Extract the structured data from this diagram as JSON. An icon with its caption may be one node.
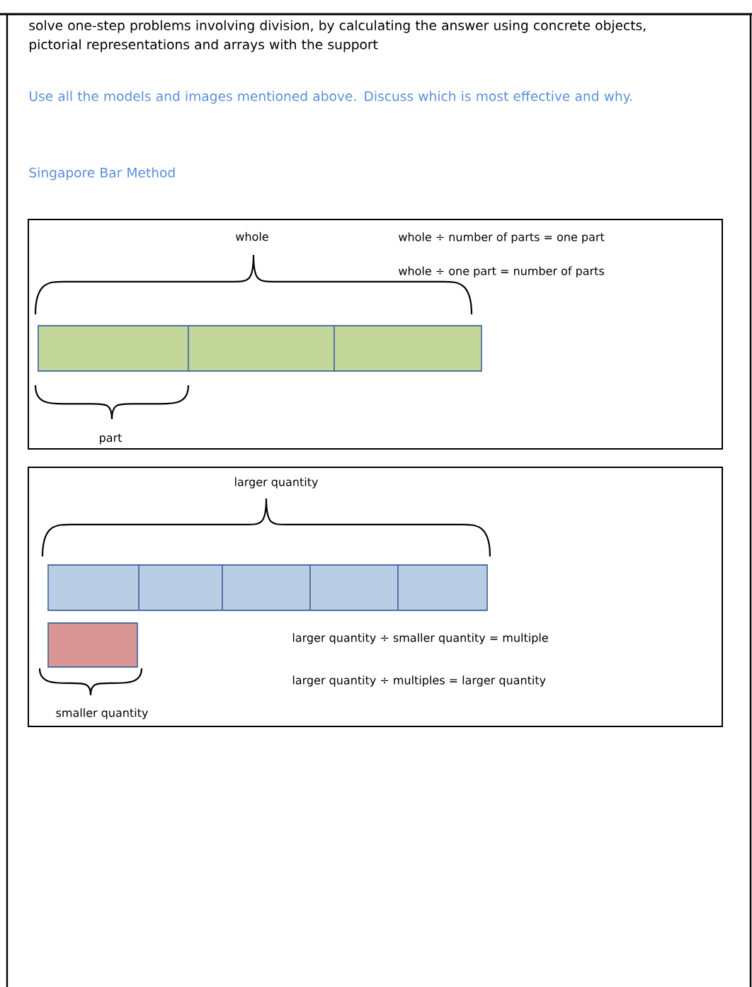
{
  "diagram": {
    "nodes": [
      {
        "text": [
          "whole",
          "whole ÷ number of parts = one part",
          "whole ÷ one part = number of parts",
          "part"
        ]
      },
      {
        "text": [],
        "shape": "box",
        "in": 0
      },
      {
        "text": [],
        "shape": "box",
        "in": 0
      },
      {
        "text": [],
        "shape": "box",
        "in": 0
      },
      {
        "text": [
          "larger quantity",
          "larger quantity ÷ smaller quantity = multiple",
          "larger quantity ÷ multiples = larger quantity",
          "smaller quantity"
        ]
      },
      {
        "text": [],
        "shape": "box",
        "in": 4
      },
      {
        "text": [],
        "shape": "box",
        "in": 4
      },
      {
        "text": [],
        "shape": "box",
        "in": 4
      },
      {
        "text": [],
        "shape": "box",
        "in": 4
      },
      {
        "text": [],
        "shape": "box",
        "in": 4
      },
      {
        "text": [],
        "shape": "box",
        "in": 4
      }
    ],
    "labels": [
      "solve one-step problems involving division, by calculating the answer using concrete objects, pictorial representations and arrays with the support",
      "Use all the models and images mentioned above.  Discuss which is most effective and why.",
      "Singapore Bar Method"
    ]
  }
}
